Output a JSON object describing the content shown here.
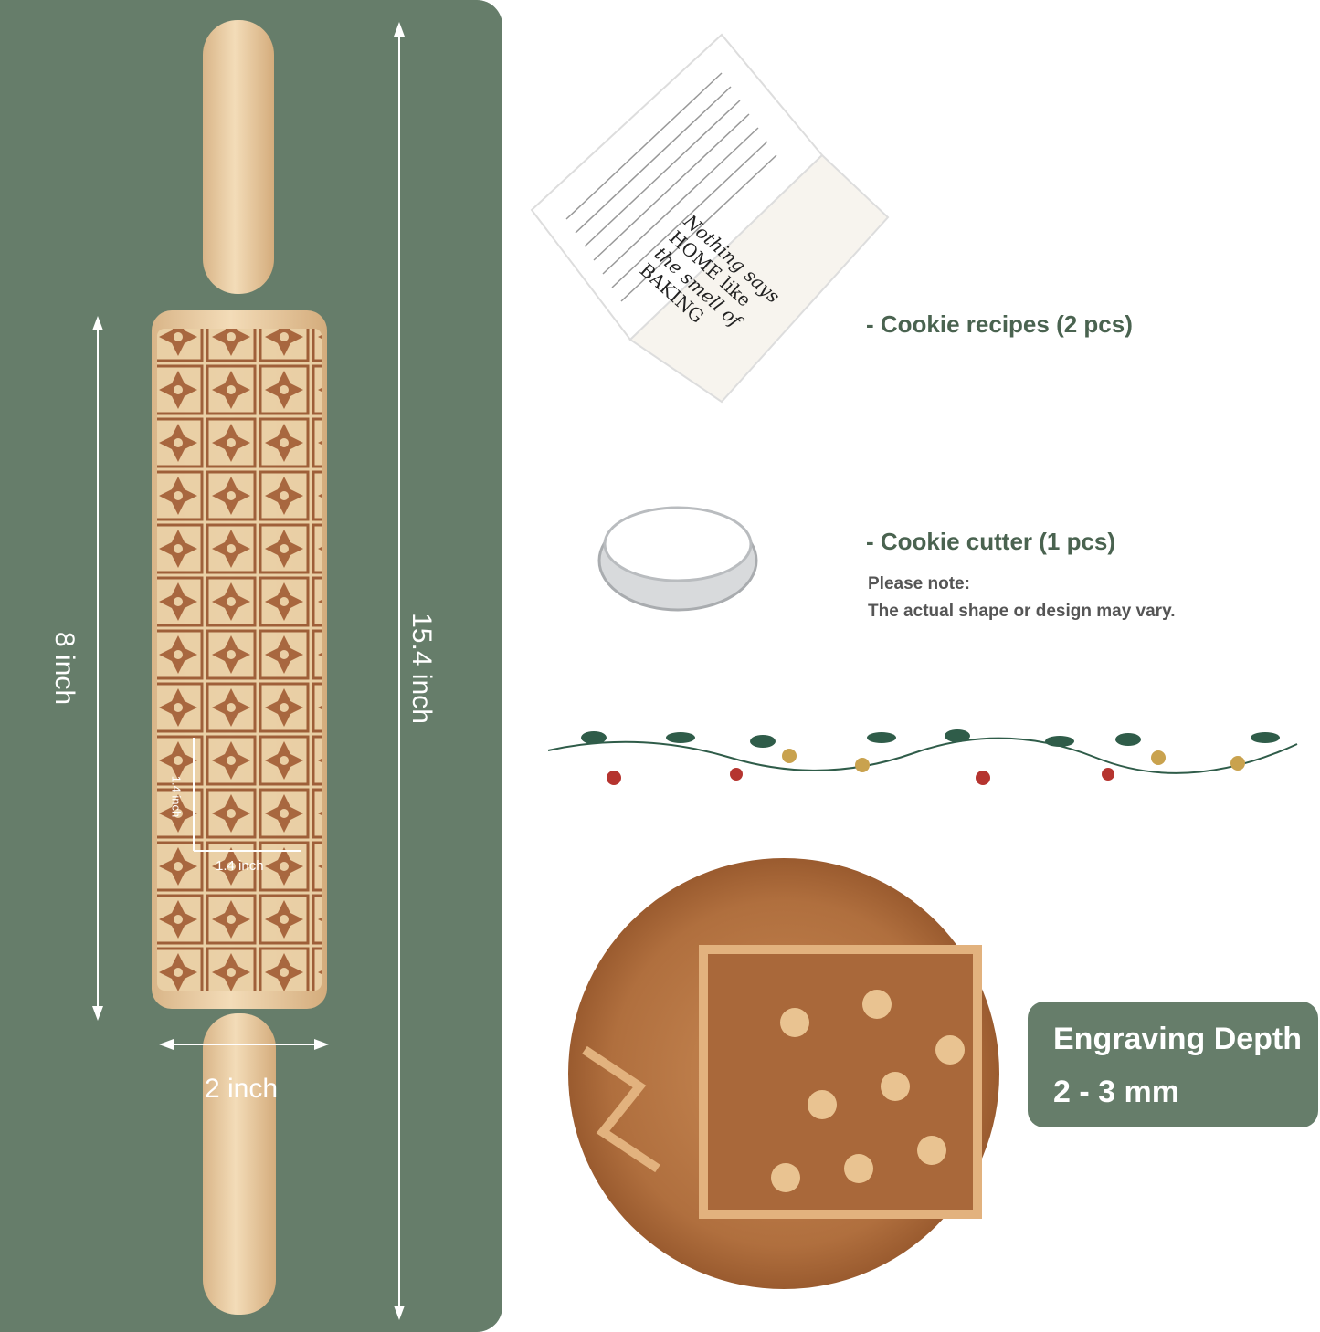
{
  "dimensions": {
    "total_length": "15.4 inch",
    "pattern_length": "8 inch",
    "diameter": "2 inch",
    "tile_height": "1.4 inch",
    "tile_width": "1.4 inch"
  },
  "items": {
    "recipes": "- Cookie recipes (2 pcs)",
    "cutter": "- Cookie cutter (1 pcs)",
    "note_title": "Please note:",
    "note_body": "The actual shape or design may vary."
  },
  "recipe_card": {
    "line1": "Nothing says",
    "line2": "HOME like",
    "line3": "the smell of",
    "line4": "BAKING"
  },
  "badge": {
    "title": "Engraving Depth",
    "value": "2 - 3 mm"
  },
  "colors": {
    "panel": "#667d6a",
    "wood": "#e8c9a0",
    "engraving": "#a5623a"
  }
}
